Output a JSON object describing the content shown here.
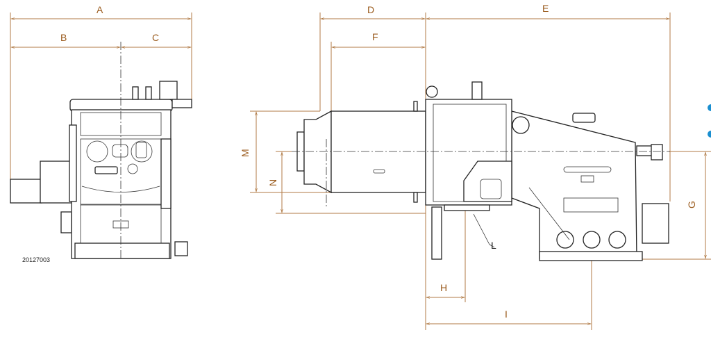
{
  "drawing_code": "20127003",
  "dimension_labels": {
    "A": "A",
    "B": "B",
    "C": "C",
    "D": "D",
    "E": "E",
    "F": "F",
    "G": "G",
    "H": "H",
    "I": "I",
    "L": "L",
    "M": "M",
    "N": "N"
  },
  "colors": {
    "dimension": "#b07a45",
    "label": "#9a5a1c",
    "linework": "#222222",
    "marker": "#1a8fd0"
  }
}
